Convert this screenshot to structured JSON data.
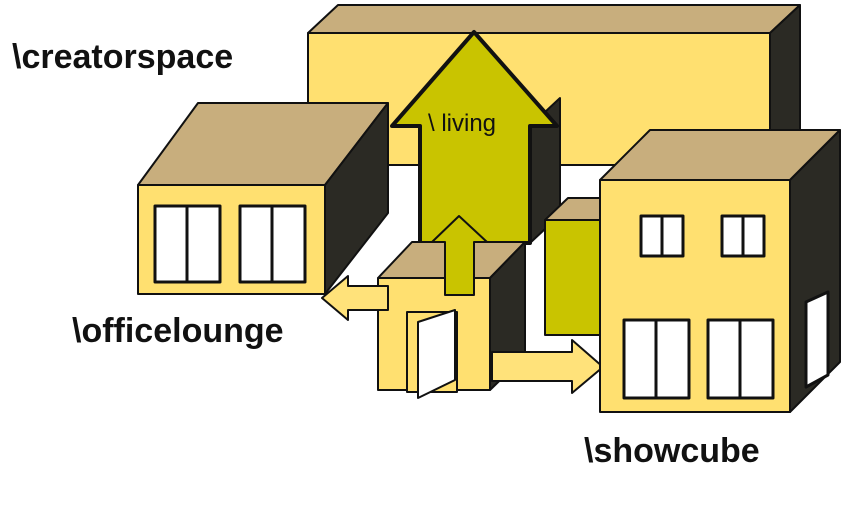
{
  "labels": {
    "creatorspace": "\\creatorspace",
    "living": "\\ living",
    "officelounge": "\\officelounge",
    "showcube": "\\showcube"
  },
  "colors": {
    "wall_light": "#FFE070",
    "wall_pale": "#FFE27A",
    "roof": "#C8AE7D",
    "side_dark": "#2B2A24",
    "arrow_green": "#C9C400",
    "arrow_pale": "#FFE27A",
    "window_frame": "#111111",
    "window_glass": "#FFFFFF"
  }
}
